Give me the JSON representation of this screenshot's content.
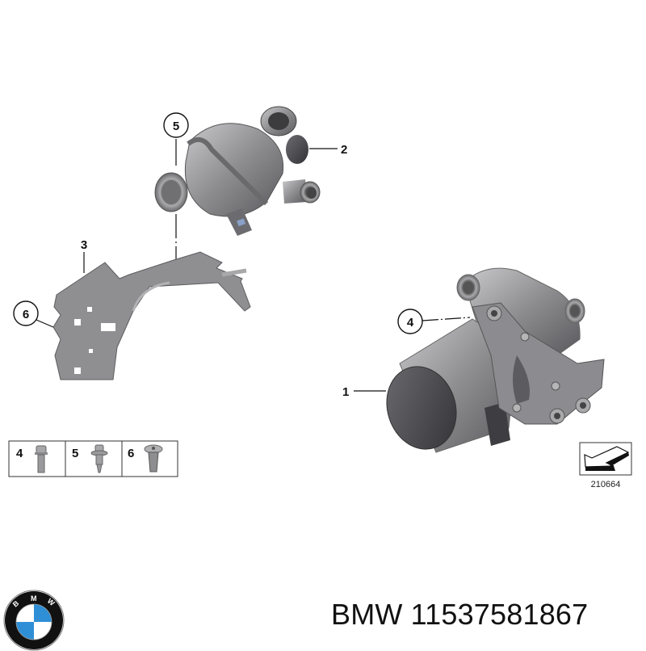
{
  "diagram": {
    "type": "exploded-parts-diagram",
    "reference_number": "210664",
    "callouts": [
      {
        "id": "1",
        "label": "1",
        "style": "plain",
        "part": "electric coolant pump"
      },
      {
        "id": "2",
        "label": "2",
        "style": "plain",
        "part": "thermostat housing"
      },
      {
        "id": "3",
        "label": "3",
        "style": "plain",
        "part": "mounting bracket"
      },
      {
        "id": "4",
        "label": "4",
        "style": "circled",
        "part": "bolt"
      },
      {
        "id": "5",
        "label": "5",
        "style": "circled",
        "part": "bolt"
      },
      {
        "id": "6",
        "label": "6",
        "style": "circled",
        "part": "screw"
      }
    ],
    "fastener_legend": [
      {
        "label": "4",
        "icon": "hex-flange-bolt-icon"
      },
      {
        "label": "5",
        "icon": "collar-bolt-icon"
      },
      {
        "label": "6",
        "icon": "torx-pan-screw-icon"
      }
    ],
    "direction_icon": "arrow-direction-icon"
  },
  "caption": {
    "brand": "BMW",
    "part_number": "11537581867"
  },
  "logo": {
    "text_letters": [
      "B",
      "M",
      "W"
    ],
    "colors": {
      "blue": "#2f8fd6",
      "white": "#ffffff",
      "ring": "#111111"
    }
  },
  "colors": {
    "part_gray": "#8a8a8c",
    "part_dark": "#4a4a4e",
    "line": "#111111"
  }
}
